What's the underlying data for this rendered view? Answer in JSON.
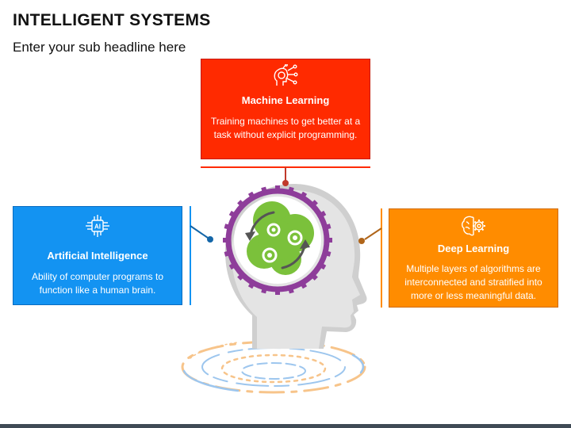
{
  "title": "INTELLIGENT SYSTEMS",
  "subtitle": "Enter your sub headline here",
  "cards": {
    "machine_learning": {
      "title": "Machine Learning",
      "description": "Training machines to get better at a task without explicit programming.",
      "color": "#ff2a00",
      "icon": "brain-network-icon"
    },
    "artificial_intelligence": {
      "title": "Artificial Intelligence",
      "description": "Ability of computer programs to function like a human brain.",
      "color": "#1393f2",
      "icon": "ai-chip-icon"
    },
    "deep_learning": {
      "title": "Deep Learning",
      "description": "Multiple layers of algorithms are interconnected and stratified into more or less meaningful data.",
      "color": "#ff8c00",
      "icon": "brain-gear-icon"
    }
  },
  "center": {
    "icon": "head-gears-icon",
    "gear_color": "#7bc13b",
    "ring_color": "#8e3d9a"
  }
}
